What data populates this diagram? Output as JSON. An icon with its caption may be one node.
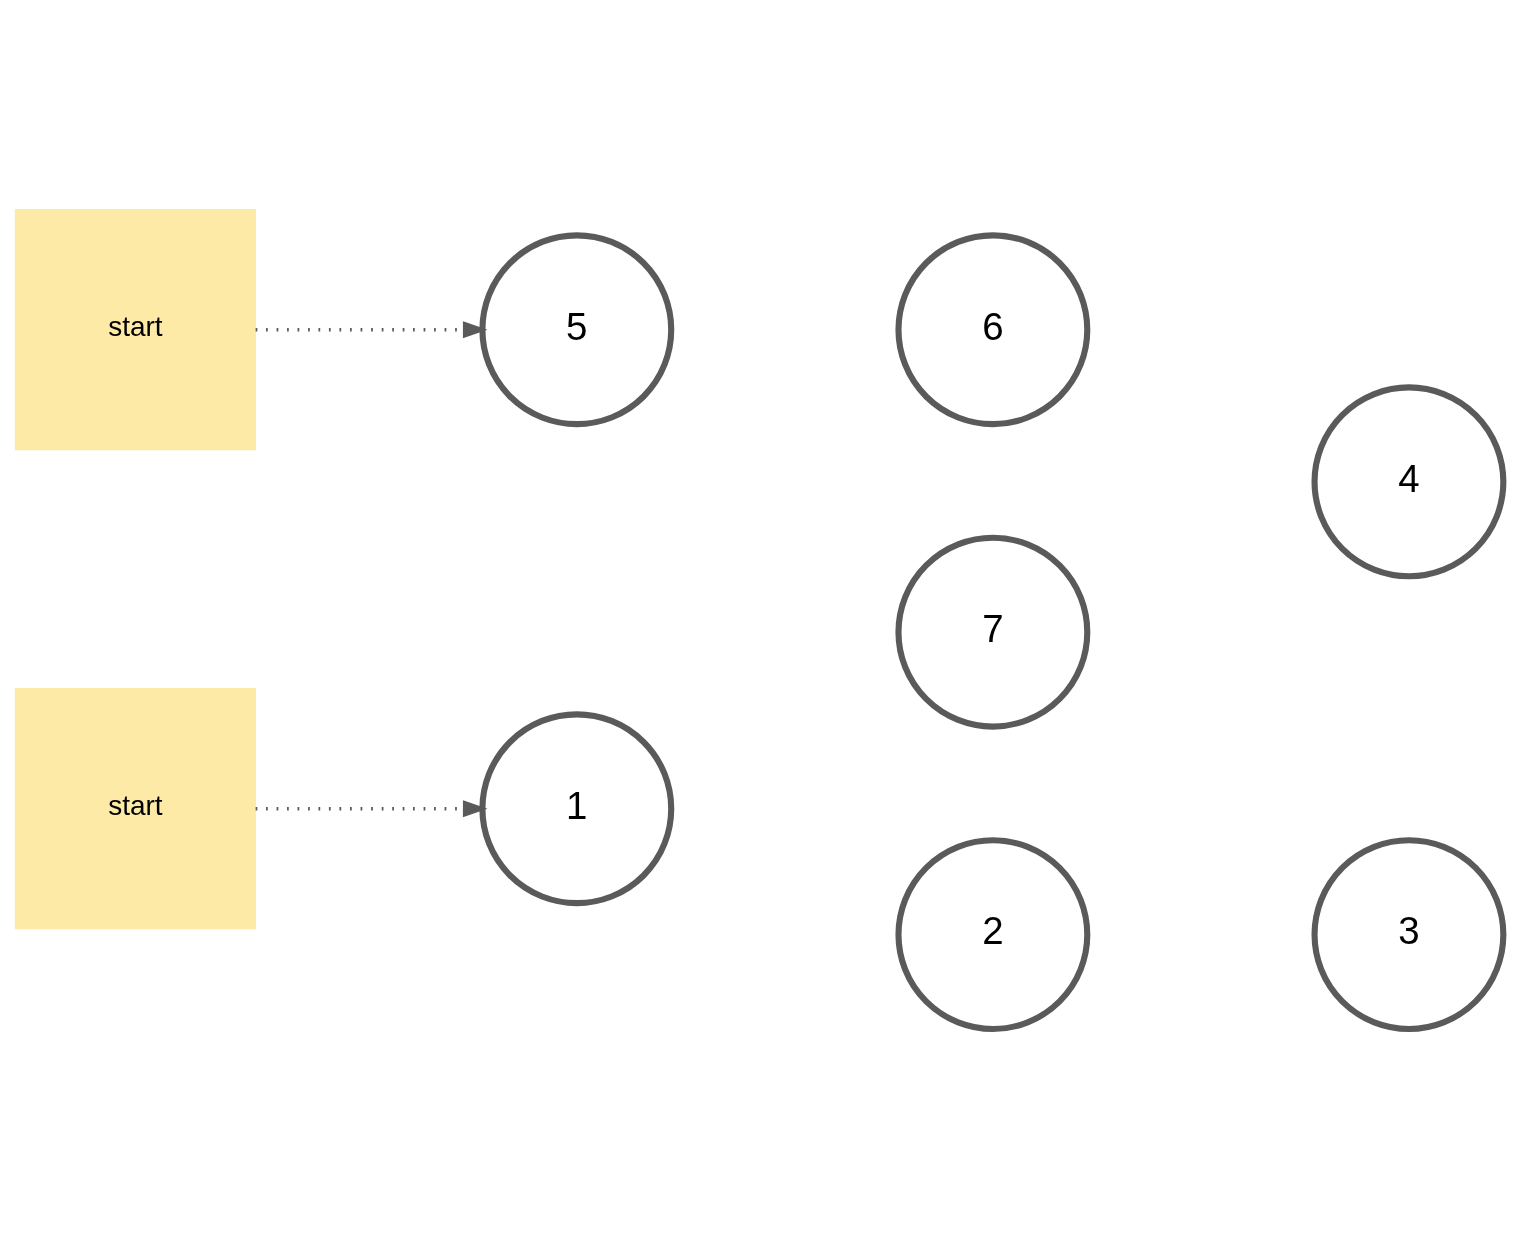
{
  "diagram": {
    "nodes": [
      {
        "text": [
          "2"
        ]
      },
      {
        "text": [
          "start"
        ]
      },
      {
        "text": [
          "1"
        ]
      },
      {
        "text": [
          "3"
        ]
      },
      {
        "text": [
          "7"
        ]
      },
      {
        "text": [
          "start"
        ]
      },
      {
        "text": [
          "5"
        ]
      },
      {
        "text": [
          "4"
        ]
      },
      {
        "text": [
          "6"
        ]
      }
    ],
    "edges": [
      {
        "from": 1,
        "to": 2,
        "arrow": "to",
        "style": "dashed"
      },
      {
        "from": 5,
        "to": 6,
        "arrow": "to",
        "style": "dashed"
      }
    ]
  }
}
